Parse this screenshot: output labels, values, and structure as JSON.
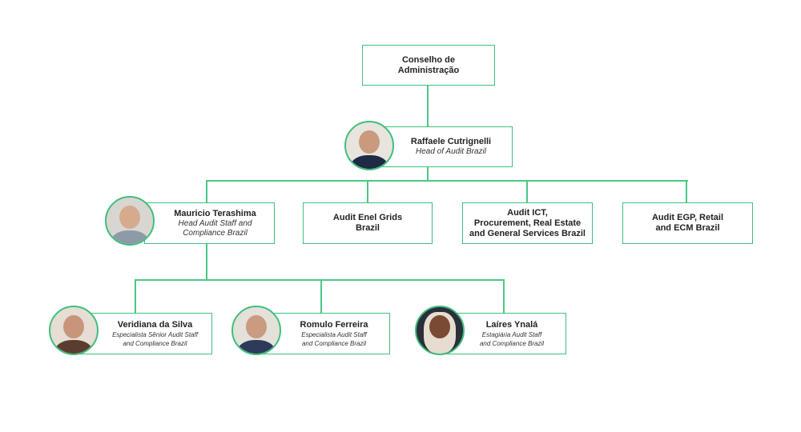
{
  "board": {
    "line1": "Conselho de",
    "line2": "Administração"
  },
  "head": {
    "name": "Raffaele Cutrignelli",
    "role": "Head of Audit Brazil"
  },
  "level2": {
    "mauricio": {
      "name": "Mauricio Terashima",
      "role1": "Head  Audit Staff and",
      "role2": "Compliance Brazil"
    },
    "grid": {
      "line1": "Audit Enel Grids",
      "line2": "Brazil"
    },
    "ict": {
      "line1": "Audit ICT,",
      "line2": "Procurement, Real Estate",
      "line3": "and General Services Brazil"
    },
    "egp": {
      "line1": "Audit EGP, Retail",
      "line2": "and ECM Brazil"
    }
  },
  "level3": [
    {
      "name": "Veridiana da Silva",
      "role1": "Especialista Sênior Audit Staff",
      "role2": "and  Compliance Brazil"
    },
    {
      "name": "Romulo Ferreira",
      "role1": "Especialista Audit Staff",
      "role2": "and  Compliance Brazil"
    },
    {
      "name": "Laíres Ynalá",
      "role1": "Estagiária  Audit Staff",
      "role2": "and Compliance Brazil"
    }
  ],
  "colors": {
    "accent": "#3fbf7c"
  }
}
